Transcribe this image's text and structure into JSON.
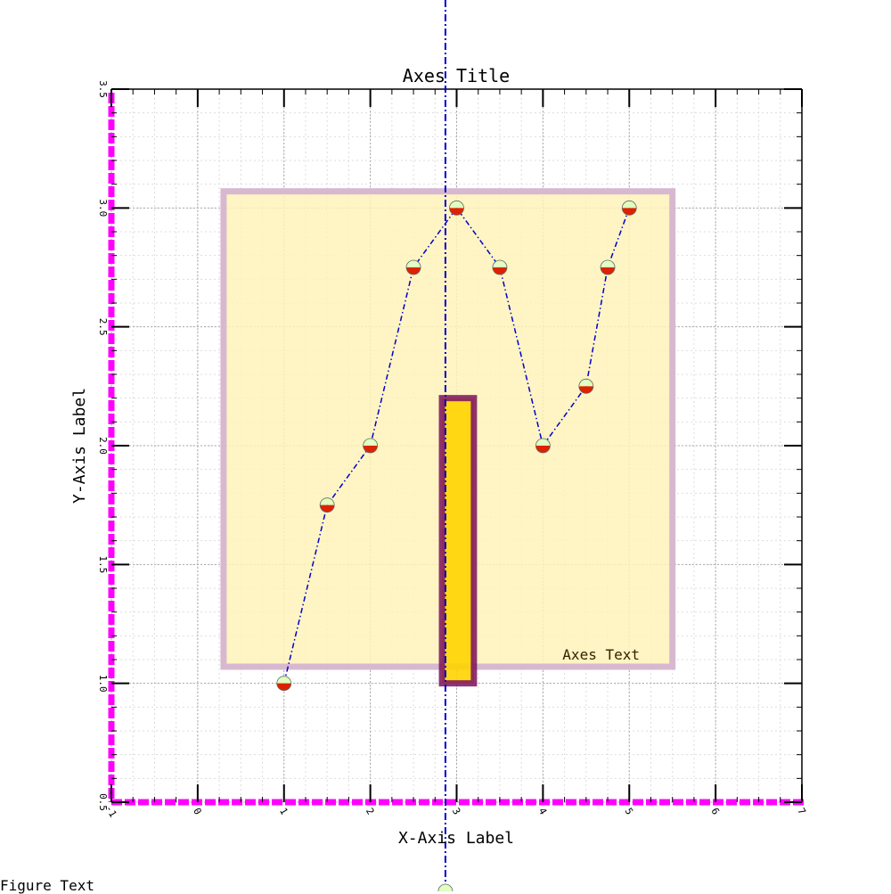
{
  "chart_data": {
    "type": "line",
    "title": "Axes Title",
    "xlabel": "X-Axis Label",
    "ylabel": "Y-Axis Label",
    "xlim": [
      -1,
      7
    ],
    "ylim": [
      0.5,
      3.5
    ],
    "x_ticks": [
      -1,
      0,
      1,
      2,
      3,
      4,
      5,
      6,
      7
    ],
    "x_tick_labels": [
      "-1",
      "0",
      "1",
      "2",
      "3",
      "4",
      "5",
      "6",
      "7"
    ],
    "y_ticks": [
      0.5,
      1.0,
      1.5,
      2.0,
      2.5,
      3.0,
      3.5
    ],
    "y_tick_labels": [
      "0.5",
      "1.0",
      "1.5",
      "2.0",
      "2.5",
      "3.0",
      "3.5"
    ],
    "grid": true,
    "series": [
      {
        "x": [
          1,
          1.5,
          2,
          2.5,
          3,
          3.5,
          4,
          4.5,
          4.75,
          5
        ],
        "y": [
          1.0,
          1.75,
          2.0,
          2.75,
          3.0,
          2.75,
          2.0,
          2.25,
          2.75,
          3.0
        ],
        "line_color": "#0000cc",
        "marker_top_color": "#e0ffc0",
        "marker_bottom_color": "#dd2200"
      }
    ],
    "rectangle": {
      "x0": 0.3,
      "x1": 5.5,
      "y0": 1.07,
      "y1": 3.07,
      "fill": "#fff2b8",
      "edge": "#d8b8d0"
    },
    "bar": {
      "x0": 2.83,
      "x1": 3.2,
      "y0": 1.0,
      "y1": 2.2,
      "fill": "#ffd400",
      "edge": "#7a1060"
    },
    "vline": {
      "x": 2.87,
      "color": "#0000cc"
    },
    "axes_text": "Axes Text",
    "spine_color": "#ff00ff"
  },
  "figure_text": "Figure Text"
}
